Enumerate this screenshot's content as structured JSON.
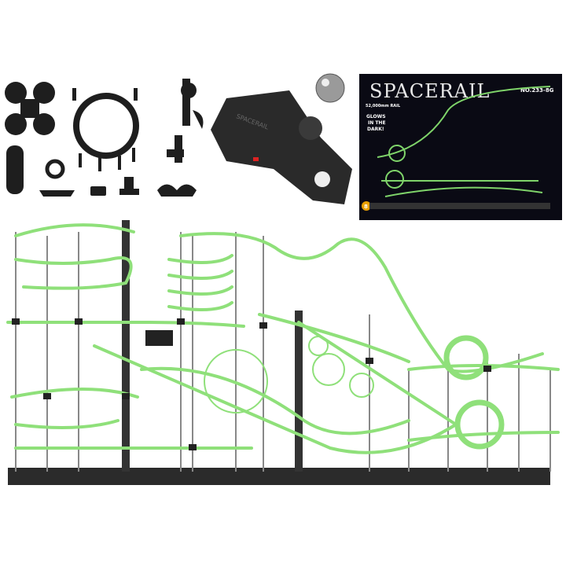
{
  "product": {
    "box": {
      "brand": "SPACERAIL",
      "model": "NO.233-8G",
      "rail_length": "52,000mm RAIL",
      "glow_line1": "GLOWS",
      "glow_line2": "IN THE",
      "glow_line3": "DARK!",
      "level": "8"
    },
    "controller_label": "SPACERAIL"
  },
  "colors": {
    "glow_green": "#8fe07a",
    "track_dark": "#4f9a3e",
    "parts_black": "#1e1e1e",
    "box_bg": "#0a0a14"
  }
}
